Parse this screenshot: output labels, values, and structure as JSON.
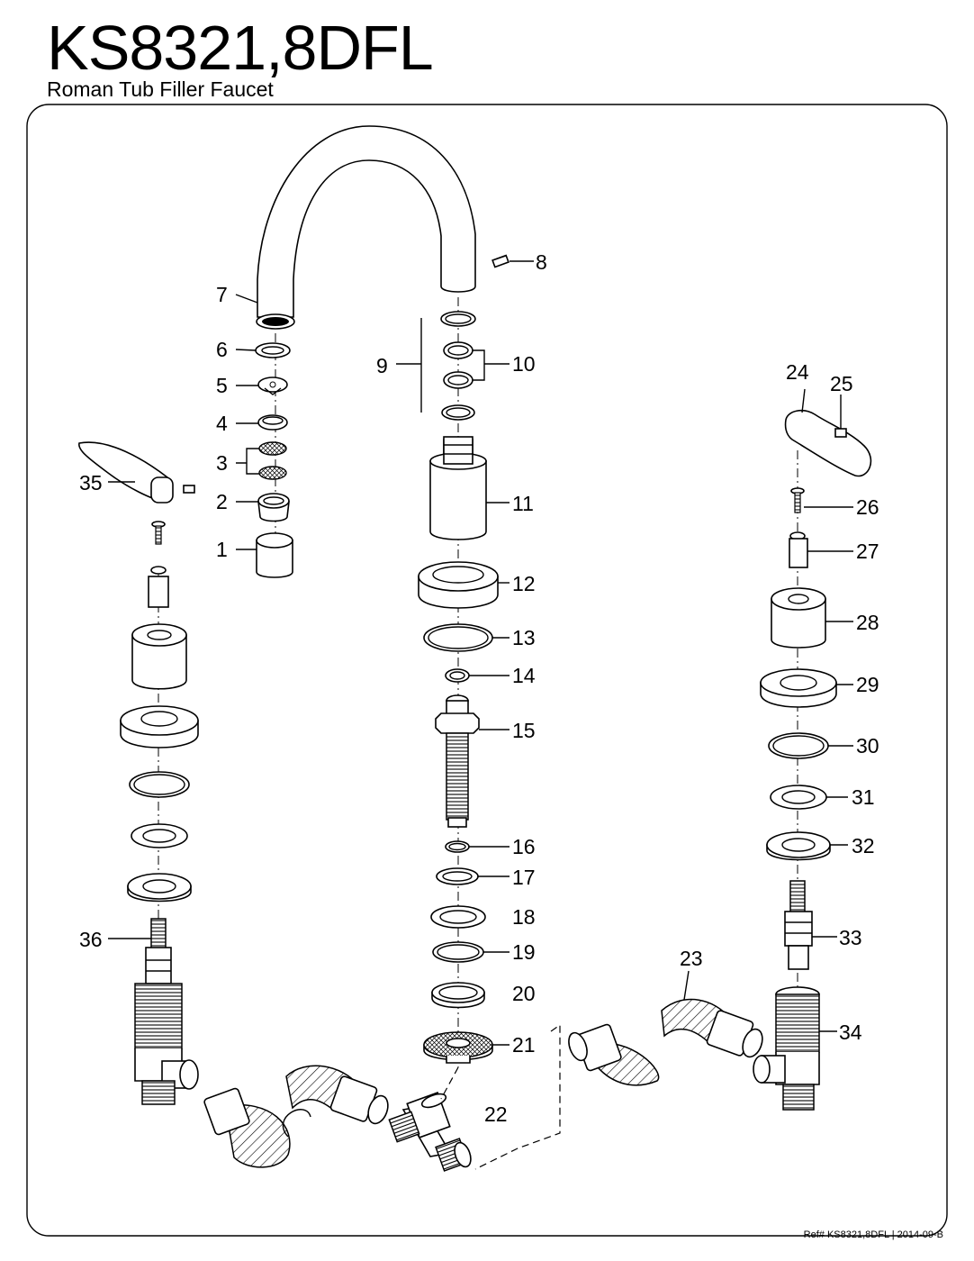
{
  "title": "KS8321,8DFL",
  "subtitle": "Roman Tub Filler Faucet",
  "reference": "Ref# KS8321,8DFL | 2014-09-B",
  "callouts": [
    "1",
    "2",
    "3",
    "4",
    "5",
    "6",
    "7",
    "8",
    "9",
    "10",
    "11",
    "12",
    "13",
    "14",
    "15",
    "16",
    "17",
    "18",
    "19",
    "20",
    "21",
    "22",
    "23",
    "24",
    "25",
    "26",
    "27",
    "28",
    "29",
    "30",
    "31",
    "32",
    "33",
    "34",
    "35",
    "36"
  ]
}
